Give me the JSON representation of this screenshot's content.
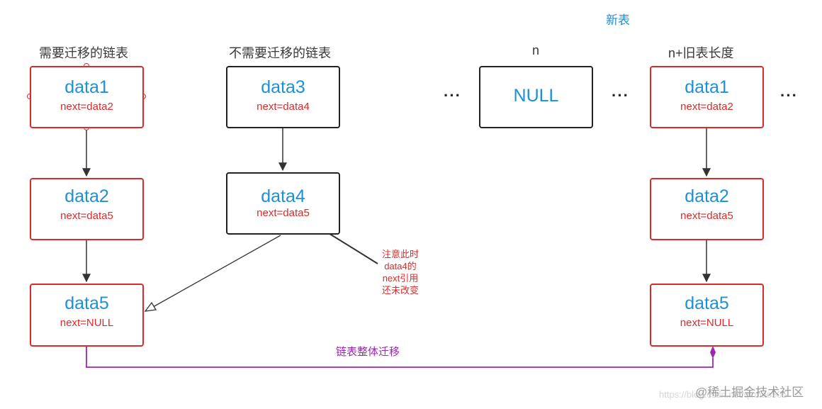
{
  "headers": {
    "new_table": "新表",
    "need_migrate": "需要迁移的链表",
    "no_migrate": "不需要迁移的链表",
    "index_n": "n",
    "index_n_plus": "n+旧表长度"
  },
  "left_column": [
    {
      "title": "data1",
      "next": "next=data2"
    },
    {
      "title": "data2",
      "next": "next=data5"
    },
    {
      "title": "data5",
      "next": "next=NULL"
    }
  ],
  "middle_column": [
    {
      "title": "data3",
      "next": "next=data4"
    },
    {
      "title": "data4",
      "next": "next=data5"
    }
  ],
  "null_box": {
    "label": "NULL"
  },
  "right_column": [
    {
      "title": "data1",
      "next": "next=data2"
    },
    {
      "title": "data2",
      "next": "next=data5"
    },
    {
      "title": "data5",
      "next": "next=NULL"
    }
  ],
  "ellipsis": "···",
  "note_lines": [
    "注意此时",
    "data4的",
    "next引用",
    "还未改变"
  ],
  "migration_label": "链表整体迁移",
  "watermark": {
    "faint": "https://blog.csdn.net/qinhao505",
    "brand": "@稀土掘金技术社区"
  },
  "colors": {
    "red": "#d92b2b",
    "blue": "#1f8fd6",
    "purple": "#9c27b0",
    "black": "#222222"
  }
}
